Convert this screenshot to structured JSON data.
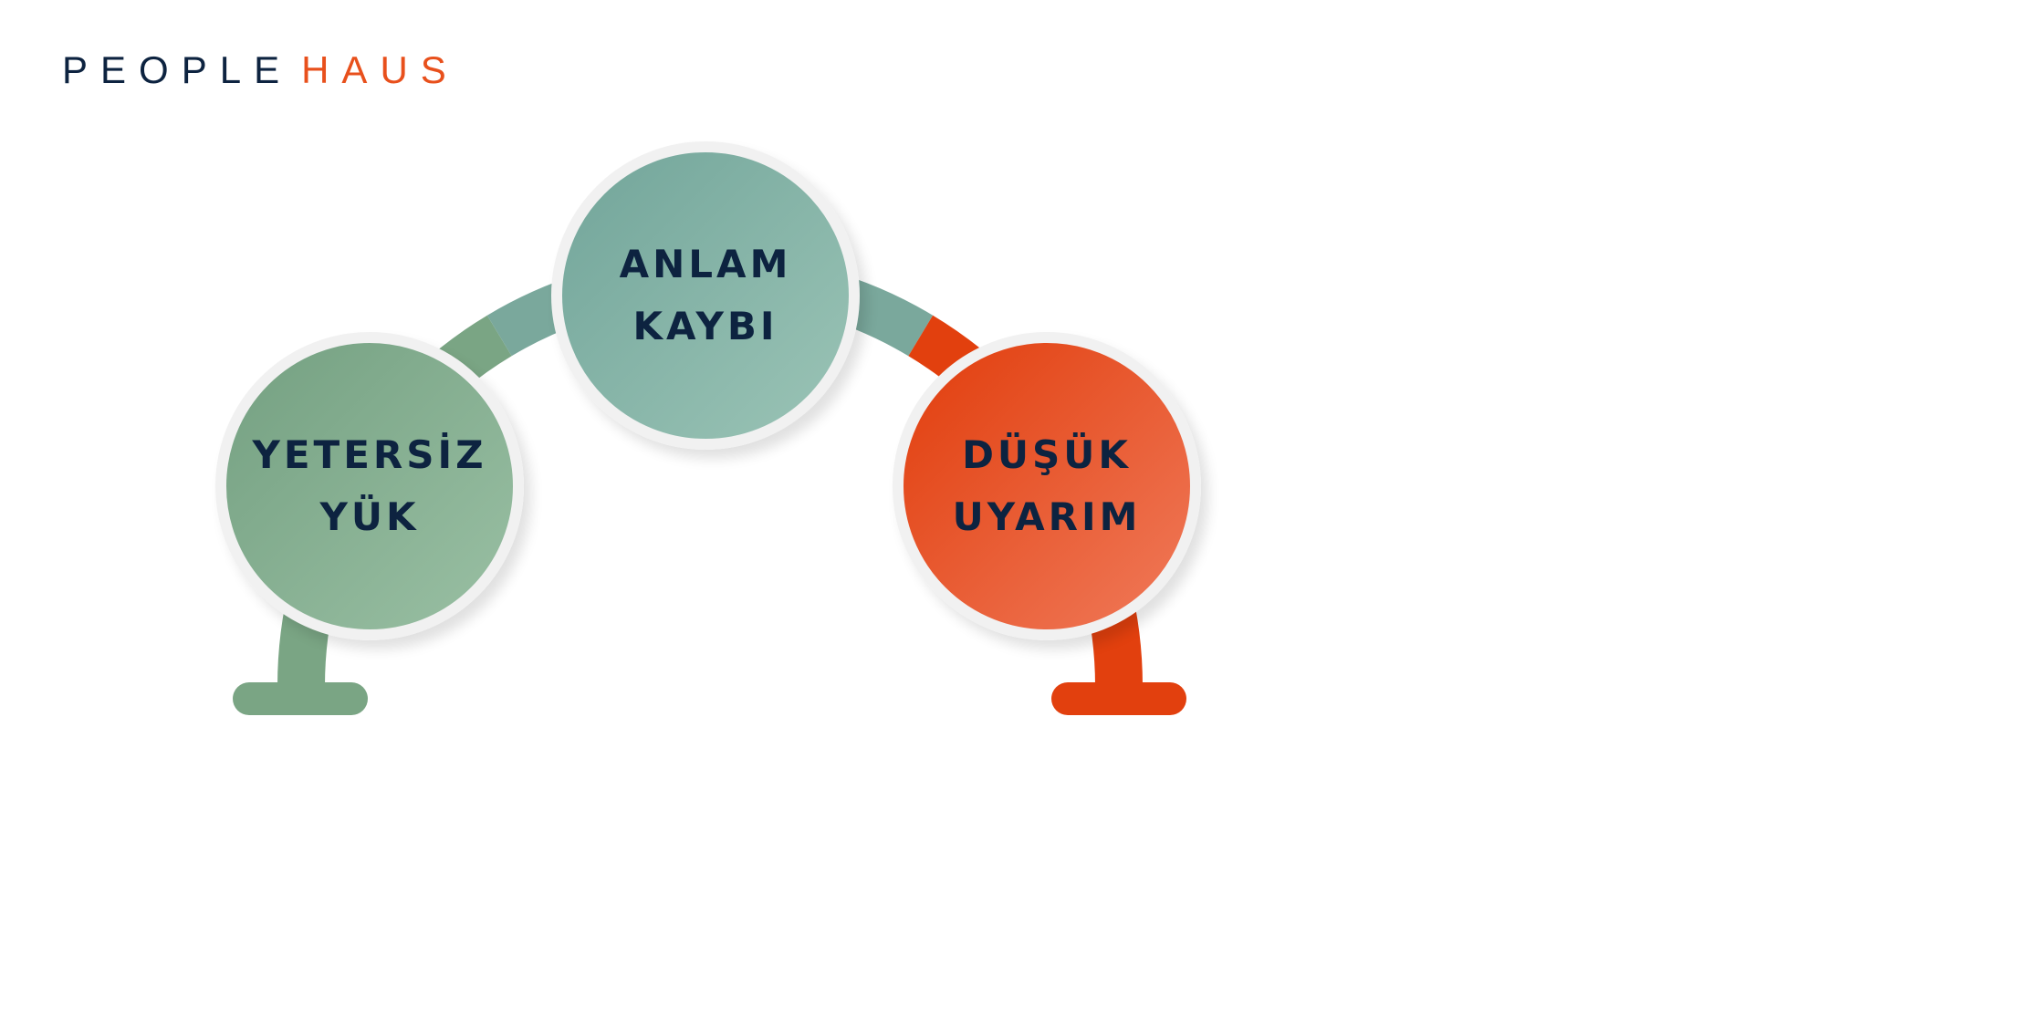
{
  "logo": {
    "part1": "PEOPLE",
    "part2": "HAUS"
  },
  "nodes": [
    {
      "line1": "YETERSİZ",
      "line2": "YÜK",
      "color": "#7ba586"
    },
    {
      "line1": "ANLAM",
      "line2": "KAYBI",
      "color": "#7aa99d"
    },
    {
      "line1": "DÜŞÜK",
      "line2": "UYARIM",
      "color": "#e2400e"
    }
  ],
  "colors": {
    "navy": "#0d2340",
    "green": "#7aa584",
    "teal": "#7aa89c",
    "orange": "#e2400e"
  }
}
